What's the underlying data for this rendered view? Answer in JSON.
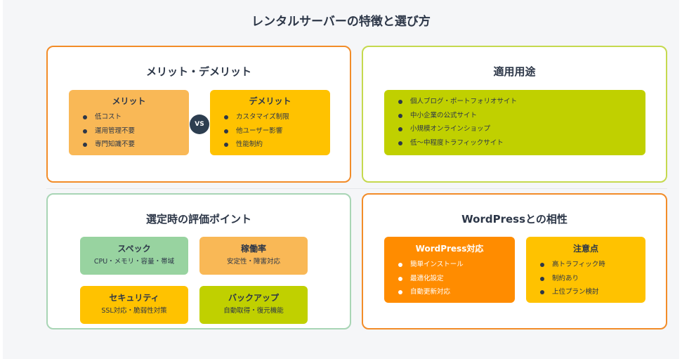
{
  "title": "レンタルサーバーの特徴と選び方",
  "merits_panel": {
    "title": "メリット・デメリット",
    "merit": {
      "title": "メリット",
      "items": [
        "低コスト",
        "運用管理不要",
        "専門知識不要"
      ]
    },
    "vs_label": "VS",
    "demerit": {
      "title": "デメリット",
      "items": [
        "カスタマイズ制限",
        "他ユーザー影響",
        "性能制約"
      ]
    }
  },
  "usage_panel": {
    "title": "適用用途",
    "items": [
      "個人ブログ・ポートフォリオサイト",
      "中小企業の公式サイト",
      "小規模オンラインショップ",
      "低〜中程度トラフィックサイト"
    ]
  },
  "criteria_panel": {
    "title": "選定時の評価ポイント",
    "cards": [
      {
        "title": "スペック",
        "sub": "CPU・メモリ・容量・帯域"
      },
      {
        "title": "稼働率",
        "sub": "安定性・障害対応"
      },
      {
        "title": "セキュリティ",
        "sub": "SSL対応・脆弱性対策"
      },
      {
        "title": "バックアップ",
        "sub": "自動取得・復元機能"
      }
    ]
  },
  "wordpress_panel": {
    "title": "WordPressとの相性",
    "support": {
      "title": "WordPress対応",
      "items": [
        "簡単インストール",
        "最適化設定",
        "自動更新対応"
      ]
    },
    "caution": {
      "title": "注意点",
      "items": [
        "高トラフィック時",
        "制約あり",
        "上位プラン検討"
      ]
    }
  },
  "colors": {
    "orange_border": "#f28c28",
    "green_border": "#c5d94e",
    "mint_border": "#a8d5b5",
    "merit_box": "#f9b856",
    "demerit_box": "#ffc200",
    "usage_box": "#c0d000",
    "spec_box": "#98d3a0",
    "uptime_box": "#f9b856",
    "security_box": "#ffc200",
    "backup_box": "#c0d000",
    "wp_box": "#ff8c00",
    "caution_box": "#ffc200"
  }
}
